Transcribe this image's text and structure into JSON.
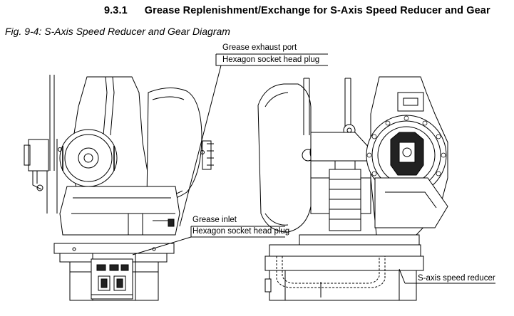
{
  "section": {
    "number": "9.3.1",
    "title": "Grease Replenishment/Exchange for S-Axis Speed Reducer and Gear"
  },
  "figure": {
    "caption": "Fig. 9-4: S-Axis Speed Reducer and Gear Diagram"
  },
  "callouts": {
    "exhaust_port": "Grease exhaust port",
    "exhaust_plug": "Hexagon socket head plug",
    "inlet": "Grease inlet",
    "inlet_plug": "Hexagon socket head plug",
    "speed_reducer": "S-axis speed reducer"
  }
}
